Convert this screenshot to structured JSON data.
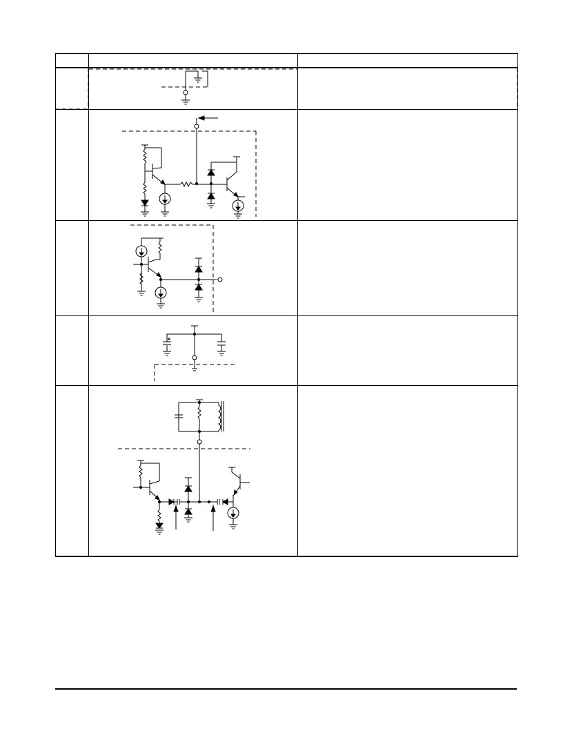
{
  "table": {
    "headers": [
      "",
      "",
      ""
    ],
    "rows": [
      {
        "pin": "",
        "description": ""
      },
      {
        "pin": "",
        "description": ""
      },
      {
        "pin": "",
        "description": ""
      },
      {
        "pin": "",
        "description": ""
      },
      {
        "pin": "",
        "description": ""
      }
    ]
  },
  "colors": {
    "ink": "#000000",
    "paper": "#ffffff"
  },
  "icons": [
    "ground-symbol",
    "current-source",
    "npn-transistor",
    "diode",
    "resistor",
    "capacitor",
    "inductor",
    "pin-terminal"
  ]
}
